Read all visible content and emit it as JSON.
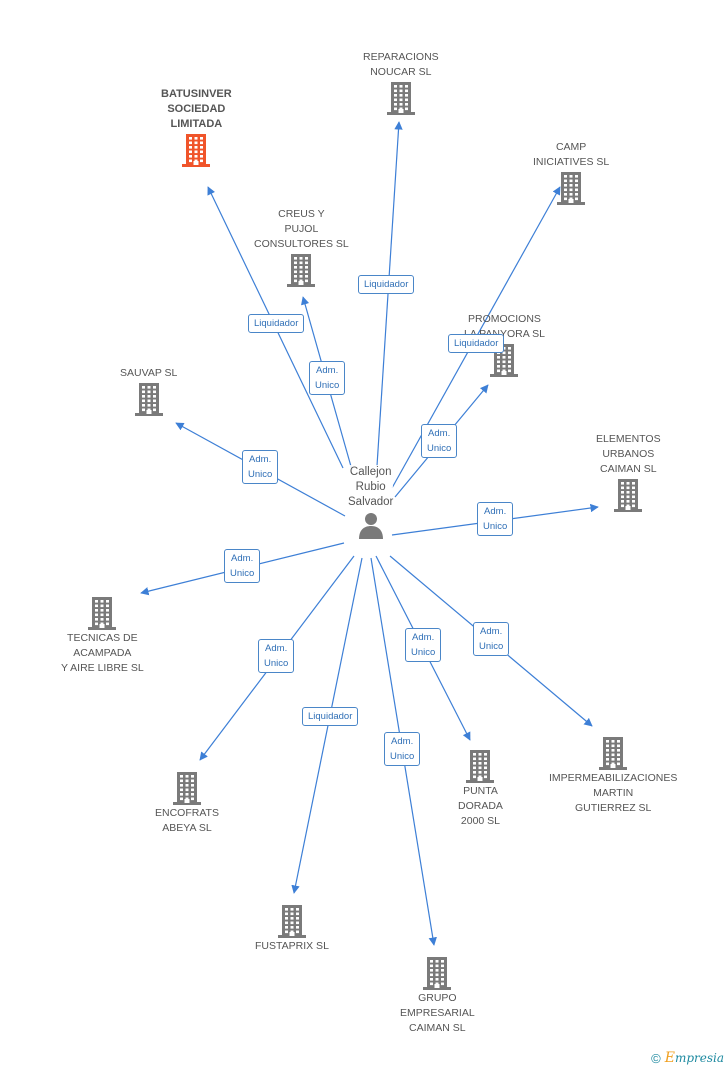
{
  "center": {
    "name": "Callejon\nRubio\nSalvador",
    "icon": "person-icon"
  },
  "companies": [
    {
      "id": "batusinver",
      "name": "BATUSINVER\nSOCIEDAD\nLIMITADA",
      "highlight": true,
      "color": "#f0542a",
      "icon": "building-icon"
    },
    {
      "id": "reparacions",
      "name": "REPARACIONS\nNOUCAR SL",
      "color": "#7a7a7a",
      "icon": "building-icon"
    },
    {
      "id": "camp",
      "name": "CAMP\nINICIATIVES SL",
      "color": "#7a7a7a",
      "icon": "building-icon"
    },
    {
      "id": "creus",
      "name": "CREUS Y\nPUJOL\nCONSULTORES SL",
      "color": "#7a7a7a",
      "icon": "building-icon"
    },
    {
      "id": "promocions",
      "name": "PROMOCIONS\nLA PANYORA SL",
      "color": "#7a7a7a",
      "icon": "building-icon"
    },
    {
      "id": "sauvap",
      "name": "SAUVAP SL",
      "color": "#7a7a7a",
      "icon": "building-icon"
    },
    {
      "id": "elementos",
      "name": "ELEMENTOS\nURBANOS\nCAIMAN SL",
      "color": "#7a7a7a",
      "icon": "building-icon"
    },
    {
      "id": "tecnicas",
      "name": "TECNICAS DE\nACAMPADA\nY AIRE LIBRE SL",
      "color": "#7a7a7a",
      "icon": "building-icon"
    },
    {
      "id": "encofrats",
      "name": "ENCOFRATS\nABEYA SL",
      "color": "#7a7a7a",
      "icon": "building-icon"
    },
    {
      "id": "punta",
      "name": "PUNTA\nDORADA\n2000 SL",
      "color": "#7a7a7a",
      "icon": "building-icon"
    },
    {
      "id": "impermeab",
      "name": "IMPERMEABILIZACIONES\nMARTIN\nGUTIERREZ SL",
      "color": "#7a7a7a",
      "icon": "building-icon"
    },
    {
      "id": "fustaprix",
      "name": "FUSTAPRIX SL",
      "color": "#7a7a7a",
      "icon": "building-icon"
    },
    {
      "id": "grupo",
      "name": "GRUPO\nEMPRESARIAL\nCAIMAN SL",
      "color": "#7a7a7a",
      "icon": "building-icon"
    }
  ],
  "edges": [
    {
      "to": "batusinver",
      "role": "Liquidador"
    },
    {
      "to": "reparacions",
      "role": "Liquidador"
    },
    {
      "to": "camp",
      "role": "Liquidador"
    },
    {
      "to": "creus",
      "role": "Adm.\nUnico"
    },
    {
      "to": "promocions",
      "role": "Adm.\nUnico"
    },
    {
      "to": "sauvap",
      "role": "Adm.\nUnico"
    },
    {
      "to": "elementos",
      "role": "Adm.\nUnico"
    },
    {
      "to": "tecnicas",
      "role": "Adm.\nUnico"
    },
    {
      "to": "encofrats",
      "role": "Adm.\nUnico"
    },
    {
      "to": "punta",
      "role": "Adm.\nUnico"
    },
    {
      "to": "impermeab",
      "role": "Adm.\nUnico"
    },
    {
      "to": "fustaprix",
      "role": "Liquidador"
    },
    {
      "to": "grupo",
      "role": "Adm.\nUnico"
    }
  ],
  "colors": {
    "edge": "#3d7fd6",
    "label_border": "#4a86c8",
    "label_text": "#2f6fb6"
  },
  "brand": {
    "copyright": "©",
    "first": "E",
    "rest": "mpresia"
  }
}
